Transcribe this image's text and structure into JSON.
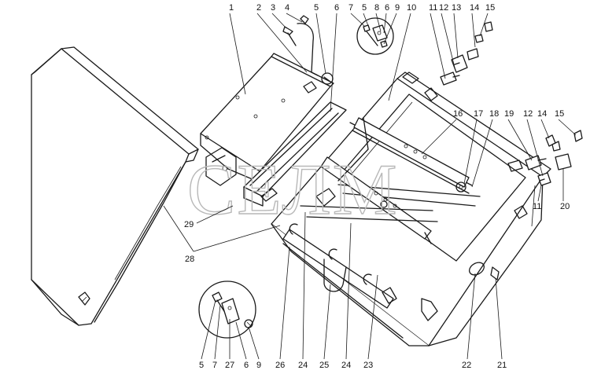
{
  "diagram": {
    "watermark": "СЕЛМ",
    "callouts": [
      {
        "id": "c1",
        "label": "1"
      },
      {
        "id": "c2",
        "label": "2"
      },
      {
        "id": "c3",
        "label": "3"
      },
      {
        "id": "c4",
        "label": "4"
      },
      {
        "id": "c5a",
        "label": "5"
      },
      {
        "id": "c6a",
        "label": "6"
      },
      {
        "id": "c7a",
        "label": "7"
      },
      {
        "id": "c5b",
        "label": "5"
      },
      {
        "id": "c8",
        "label": "8"
      },
      {
        "id": "c6b",
        "label": "6"
      },
      {
        "id": "c9a",
        "label": "9"
      },
      {
        "id": "c10",
        "label": "10"
      },
      {
        "id": "c11a",
        "label": "11"
      },
      {
        "id": "c12a",
        "label": "12"
      },
      {
        "id": "c13",
        "label": "13"
      },
      {
        "id": "c14a",
        "label": "14"
      },
      {
        "id": "c15a",
        "label": "15"
      },
      {
        "id": "c16",
        "label": "16"
      },
      {
        "id": "c17",
        "label": "17"
      },
      {
        "id": "c18",
        "label": "18"
      },
      {
        "id": "c19",
        "label": "19"
      },
      {
        "id": "c12b",
        "label": "12"
      },
      {
        "id": "c14b",
        "label": "14"
      },
      {
        "id": "c15b",
        "label": "15"
      },
      {
        "id": "c11b",
        "label": "11"
      },
      {
        "id": "c20",
        "label": "20"
      },
      {
        "id": "c29",
        "label": "29"
      },
      {
        "id": "c28",
        "label": "28"
      },
      {
        "id": "c5c",
        "label": "5"
      },
      {
        "id": "c7b",
        "label": "7"
      },
      {
        "id": "c27",
        "label": "27"
      },
      {
        "id": "c6c",
        "label": "6"
      },
      {
        "id": "c9b",
        "label": "9"
      },
      {
        "id": "c26",
        "label": "26"
      },
      {
        "id": "c24a",
        "label": "24"
      },
      {
        "id": "c25",
        "label": "25"
      },
      {
        "id": "c24b",
        "label": "24"
      },
      {
        "id": "c23",
        "label": "23"
      },
      {
        "id": "c22",
        "label": "22"
      },
      {
        "id": "c21",
        "label": "21"
      }
    ]
  }
}
